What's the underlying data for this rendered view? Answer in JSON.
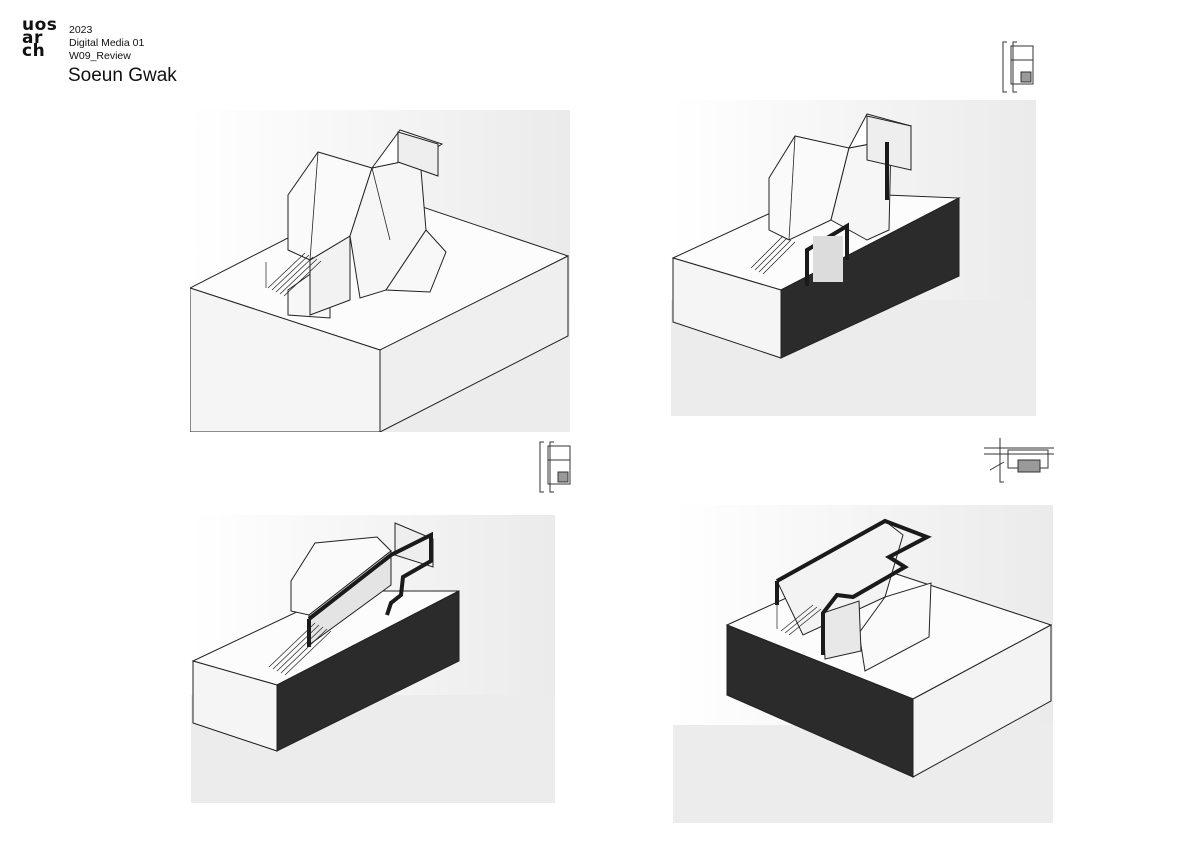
{
  "header": {
    "logo_lines": [
      "uos",
      "ar",
      "ch"
    ],
    "year": "2023",
    "course": "Digital Media 01",
    "week": "W09_Review",
    "author": "Soeun Gwak"
  },
  "colors": {
    "line": "#222222",
    "dark_face": "#2b2b2b",
    "light_face": "#fbfbfb",
    "shade": "#e6e6e6"
  },
  "panels": [
    {
      "view": "full-axonometric"
    },
    {
      "view": "section-cut-1"
    },
    {
      "view": "section-cut-2"
    },
    {
      "view": "section-cut-3"
    }
  ],
  "key_icons": [
    "section-key-1",
    "section-key-2",
    "section-key-3"
  ]
}
